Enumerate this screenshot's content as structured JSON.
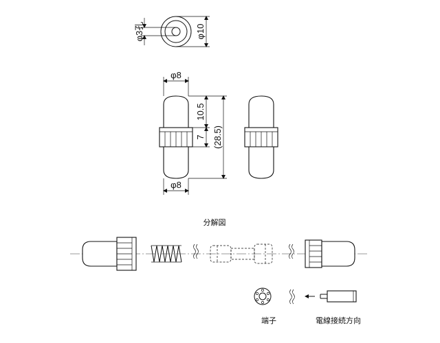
{
  "drawing": {
    "top_view": {
      "hole_dim": "φ3孔",
      "outer_dim": "φ10"
    },
    "side_view": {
      "top_width_dim": "φ8",
      "bottom_width_dim": "φ8",
      "upper_length_dim": "10.5",
      "middle_length_dim": "7",
      "total_length_dim": "(28.5)"
    },
    "exploded_view": {
      "caption": "分解図"
    },
    "detail": {
      "terminal_label": "端子",
      "wire_direction_label": "電線接続方向"
    }
  }
}
